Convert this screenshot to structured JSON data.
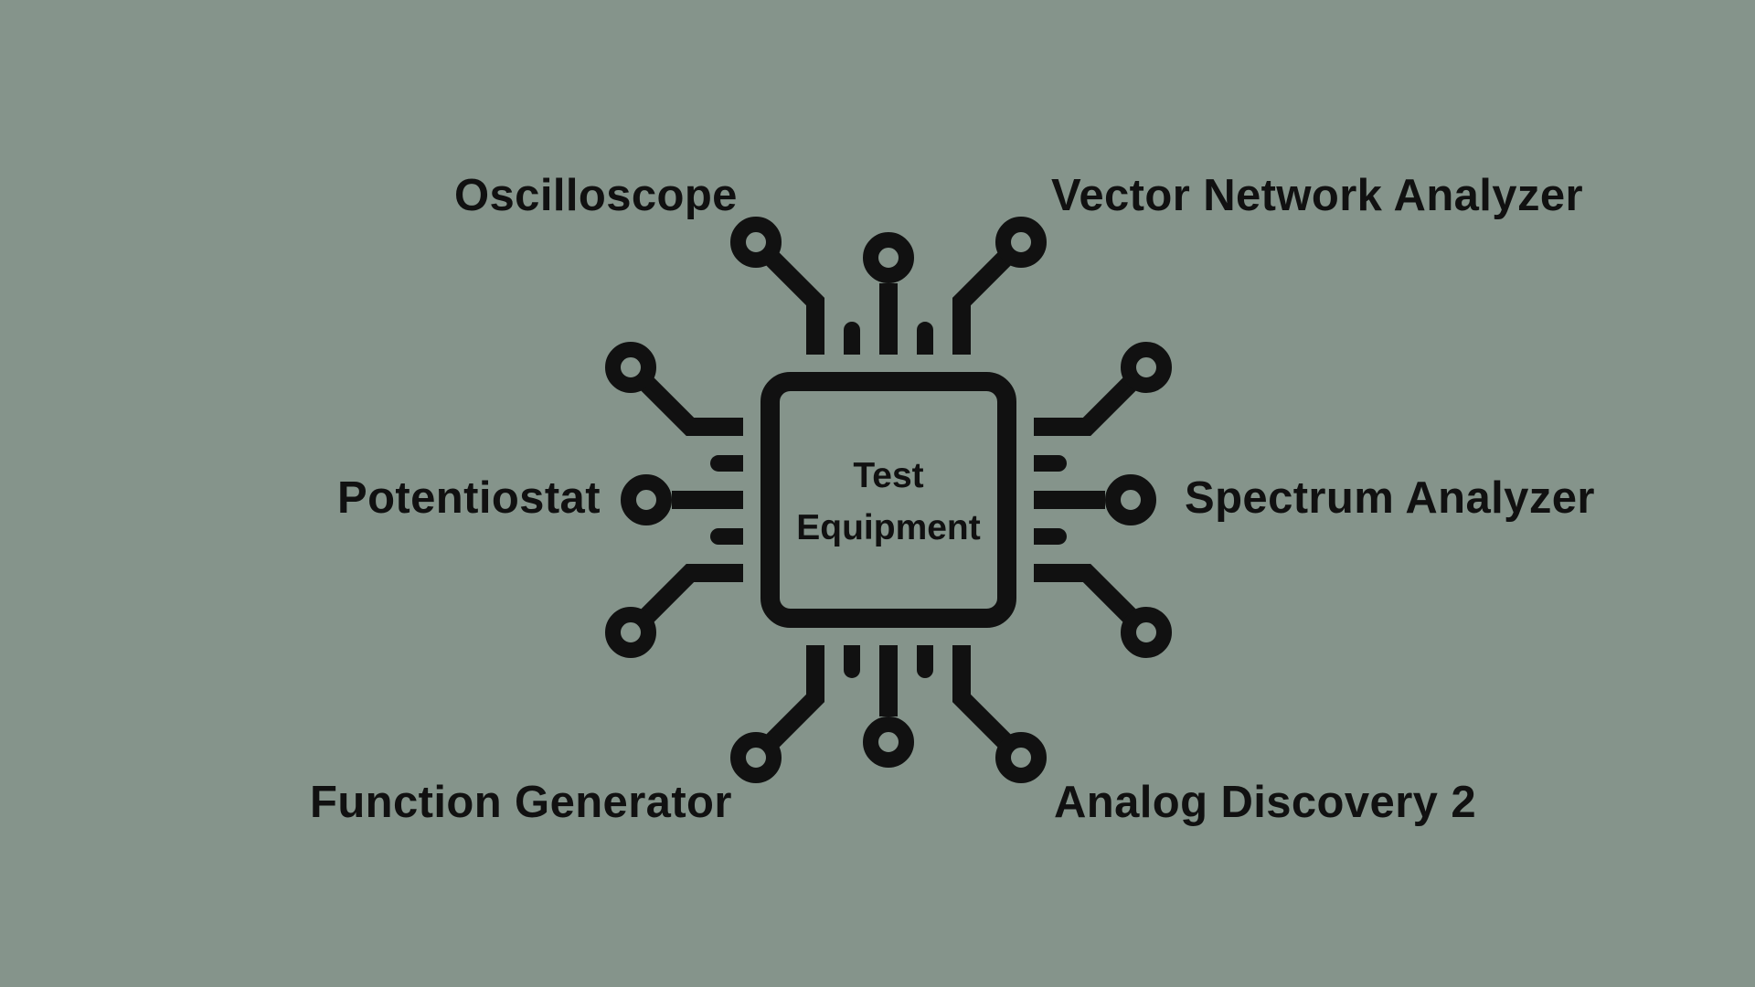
{
  "colors": {
    "background": "#85948b",
    "ink": "#111111"
  },
  "diagram": {
    "center": {
      "line1": "Test",
      "line2": "Equipment"
    },
    "nodes": [
      {
        "id": "oscilloscope",
        "label": "Oscilloscope",
        "position": "top-left"
      },
      {
        "id": "vector-network-analyzer",
        "label": "Vector Network Analyzer",
        "position": "top-right"
      },
      {
        "id": "potentiostat",
        "label": "Potentiostat",
        "position": "middle-left"
      },
      {
        "id": "spectrum-analyzer",
        "label": "Spectrum Analyzer",
        "position": "middle-right"
      },
      {
        "id": "function-generator",
        "label": "Function Generator",
        "position": "bottom-left"
      },
      {
        "id": "analog-discovery-2",
        "label": "Analog Discovery 2",
        "position": "bottom-right"
      }
    ]
  }
}
